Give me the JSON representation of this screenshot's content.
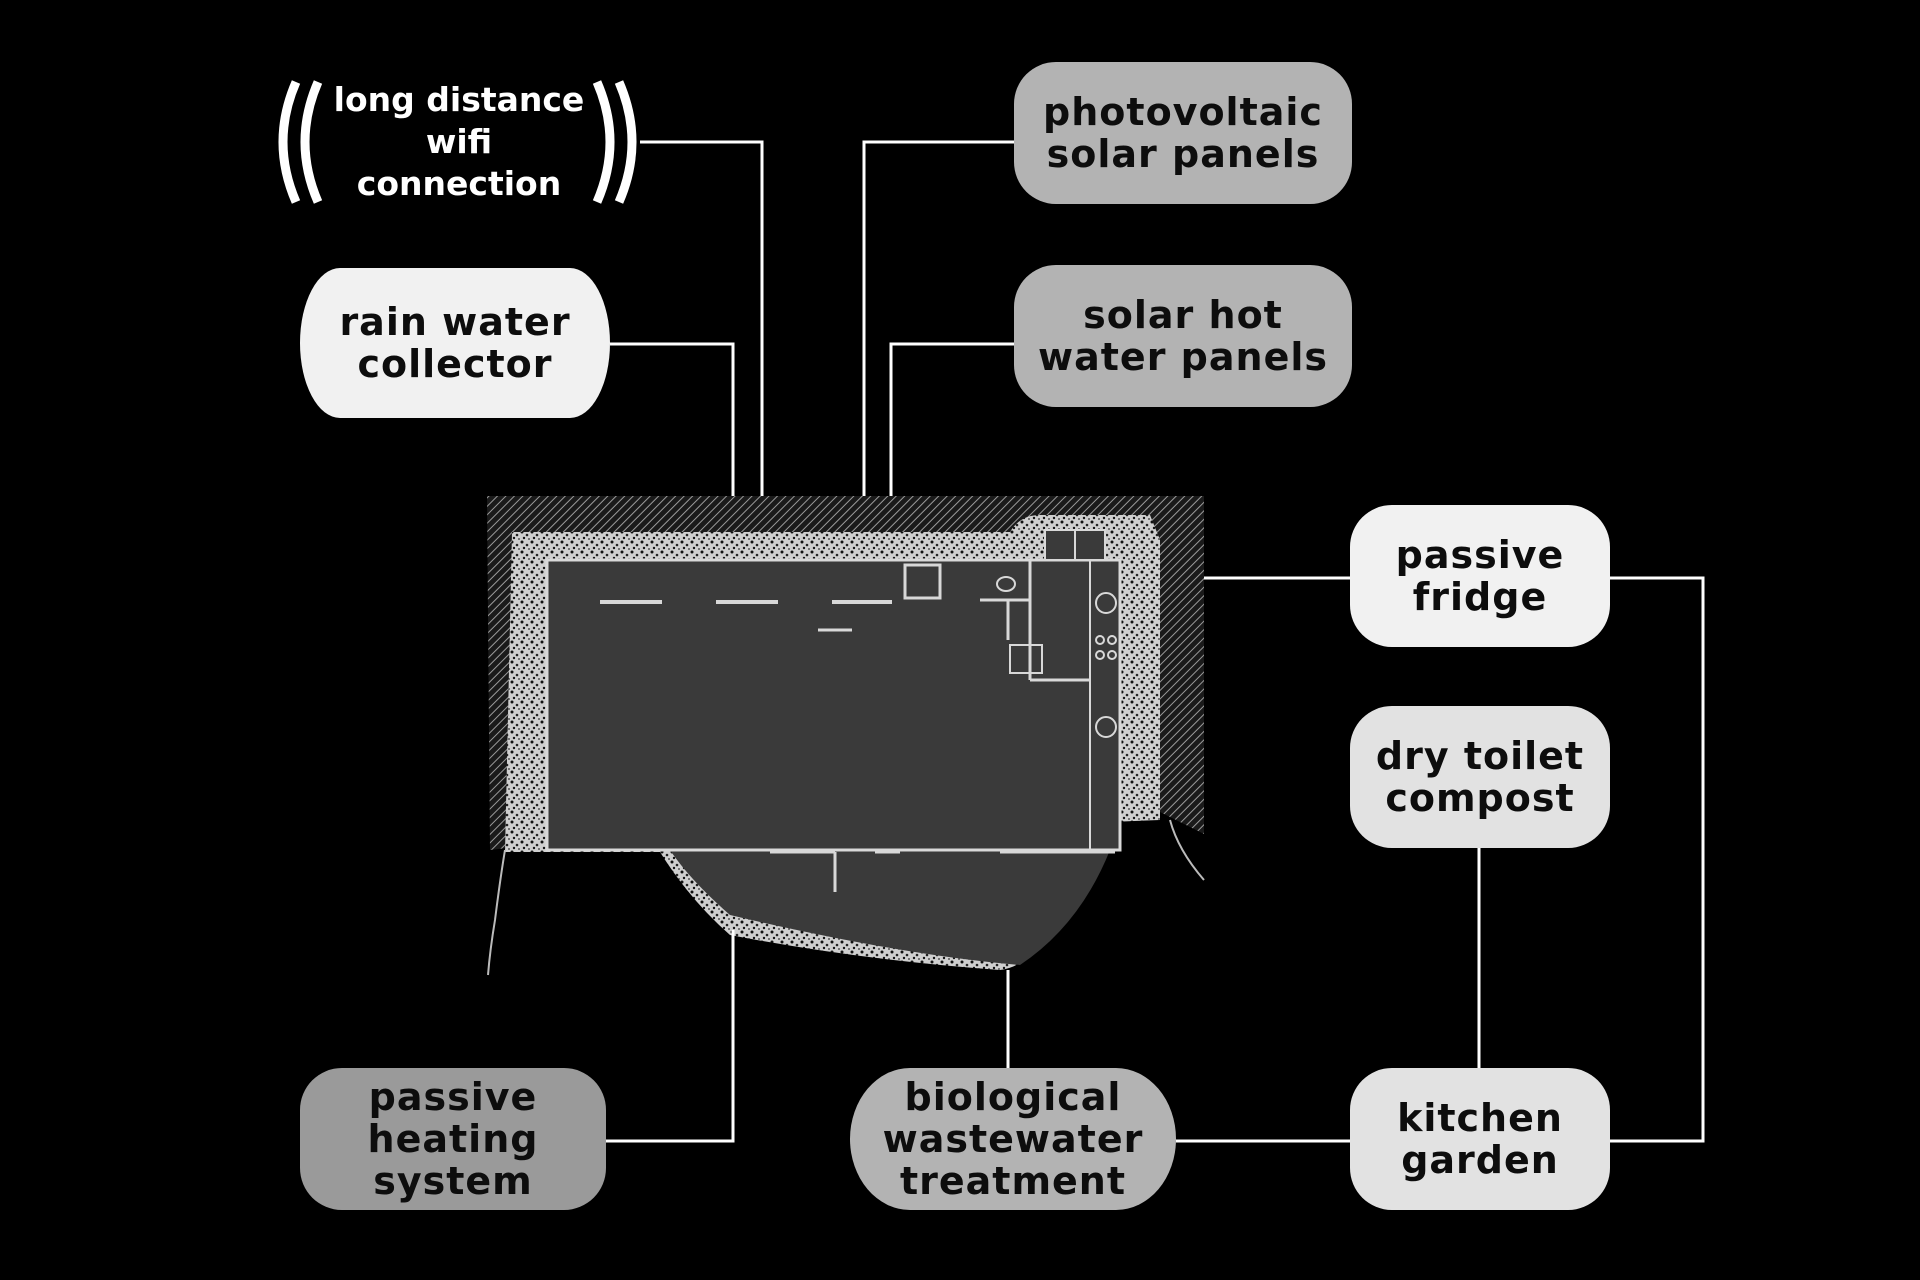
{
  "nodes": {
    "wifi": "long distance\nwifi connection",
    "pv": "photovoltaic\nsolar  panels",
    "rain": "rain water\ncollector",
    "solar_hot": "solar hot\nwater panels",
    "fridge": "passive\nfridge",
    "toilet": "dry toilet\ncompost",
    "heating": "passive\nheating\nsystem",
    "wastewater": "biological\nwastewater\ntreatment",
    "garden": "kitchen\ngarden"
  },
  "colors": {
    "background": "#000000",
    "line": "#ffffff",
    "house_floor": "#3a3a3a",
    "box_light": "#f1f1f1",
    "box_mid": "#e2e2e2",
    "box_gray": "#b3b3b3",
    "box_dark": "#9a9a9a"
  },
  "icons": [
    "wifi-signal-icon"
  ]
}
